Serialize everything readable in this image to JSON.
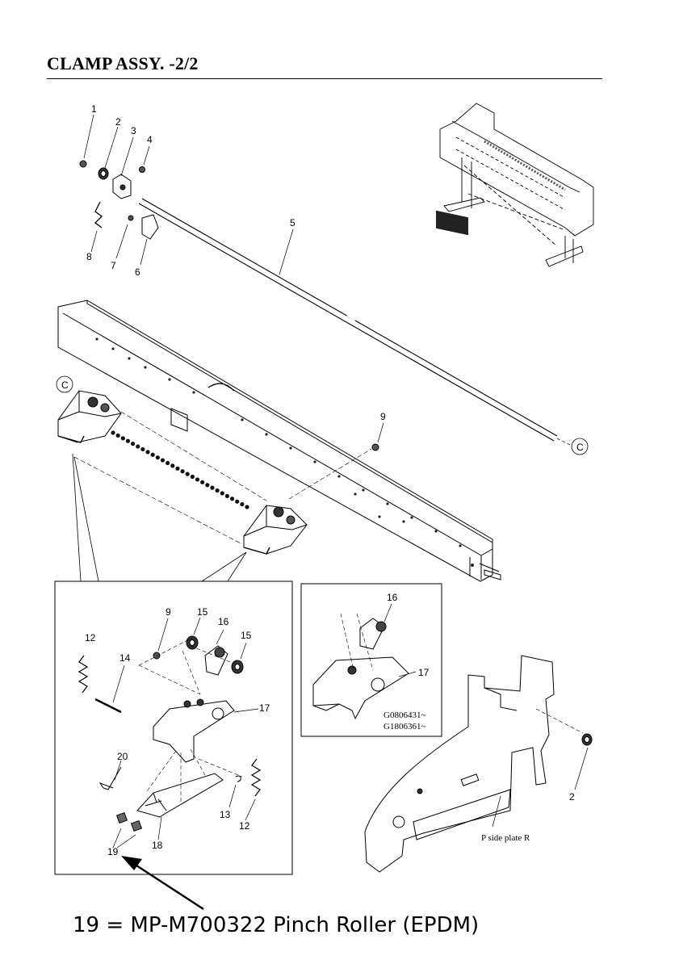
{
  "title": "CLAMP ASSY. -2/2",
  "part_labels": {
    "p1": "1",
    "p2": "2",
    "p3": "3",
    "p4": "4",
    "p5": "5",
    "p6": "6",
    "p7": "7",
    "p8": "8",
    "p9": "9",
    "p9b": "9",
    "p12a": "12",
    "p12b": "12",
    "p13": "13",
    "p14": "14",
    "p15a": "15",
    "p15b": "15",
    "p16a": "16",
    "p16b": "16",
    "p17a": "17",
    "p17b": "17",
    "p18": "18",
    "p19": "19",
    "p20": "20",
    "p2b": "2"
  },
  "callouts": {
    "c1": "C",
    "c2": "C"
  },
  "serial_note": [
    "G0806431~",
    "G1806361~"
  ],
  "plate_label": "P side plate R",
  "caption": "19 = MP-M700322 Pinch Roller (EPDM)"
}
